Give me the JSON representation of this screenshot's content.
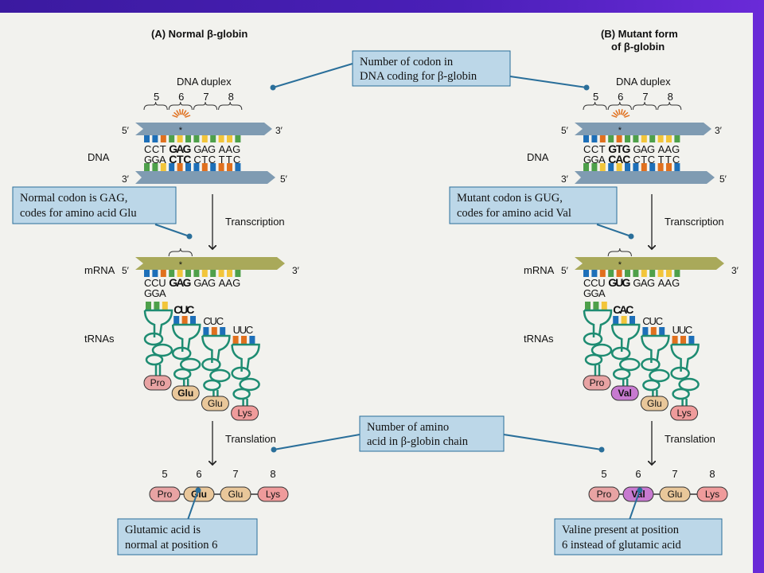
{
  "titles": {
    "normal": "(A) Normal β-globin",
    "mutant_line1": "(B) Mutant form",
    "mutant_line2": "of β-globin"
  },
  "labels": {
    "dna_duplex": "DNA duplex",
    "dna": "DNA",
    "mrna": "mRNA",
    "trnas": "tRNAs",
    "transcription": "Transcription",
    "translation": "Translation",
    "five_prime": "5′",
    "three_prime": "3′"
  },
  "codon_numbers": [
    "5",
    "6",
    "7",
    "8"
  ],
  "normal": {
    "dna_top": [
      "CCT",
      "GAG",
      "GAG",
      "AAG"
    ],
    "dna_bottom": [
      "GGA",
      "CTC",
      "CTC",
      "TTC"
    ],
    "mrna": [
      "CCU",
      "GAG",
      "GAG",
      "AAG"
    ],
    "first_anticodon": "GGA",
    "anticodons": [
      "CUC",
      "CUC",
      "UUC"
    ],
    "tRNA_amino_acids": [
      "Pro",
      "Glu",
      "Glu",
      "Lys"
    ],
    "chain": [
      "Pro",
      "Glu",
      "Glu",
      "Lys"
    ]
  },
  "mutant": {
    "dna_top": [
      "CCT",
      "GTG",
      "GAG",
      "AAG"
    ],
    "dna_bottom": [
      "GGA",
      "CAC",
      "CTC",
      "TTC"
    ],
    "mrna": [
      "CCU",
      "GUG",
      "GAG",
      "AAG"
    ],
    "first_anticodon": "GGA",
    "anticodons": [
      "CAC",
      "CUC",
      "UUC"
    ],
    "tRNA_amino_acids": [
      "Pro",
      "Val",
      "Glu",
      "Lys"
    ],
    "chain": [
      "Pro",
      "Val",
      "Glu",
      "Lys"
    ]
  },
  "callouts": {
    "codon_number": [
      "Number of codon in",
      "DNA coding for β-globin"
    ],
    "normal_codon": [
      "Normal codon is GAG,",
      "codes for amino acid Glu"
    ],
    "mutant_codon": [
      "Mutant codon is GUG,",
      "codes for amino acid Val"
    ],
    "amino_number": [
      "Number of amino",
      "acid in β-globin chain"
    ],
    "glutamic": [
      "Glutamic acid is",
      "normal at position 6"
    ],
    "valine": [
      "Valine present at position",
      "6 instead of glutamic acid"
    ]
  },
  "colors": {
    "dna_strand": "#7f9bb2",
    "mrna_strand": "#a9a95a",
    "base_blue": "#1d6fb8",
    "base_orange": "#e0701e",
    "base_yellow": "#f2c53a",
    "base_green": "#4ea04a",
    "trna": "#1e8c72",
    "callout_fill": "#bcd7e8",
    "callout_line": "#2a6f9a",
    "pro": "#e8a3a3",
    "glu": "#e9c79a",
    "lys": "#ef9b9b",
    "val": "#c77ad0"
  }
}
